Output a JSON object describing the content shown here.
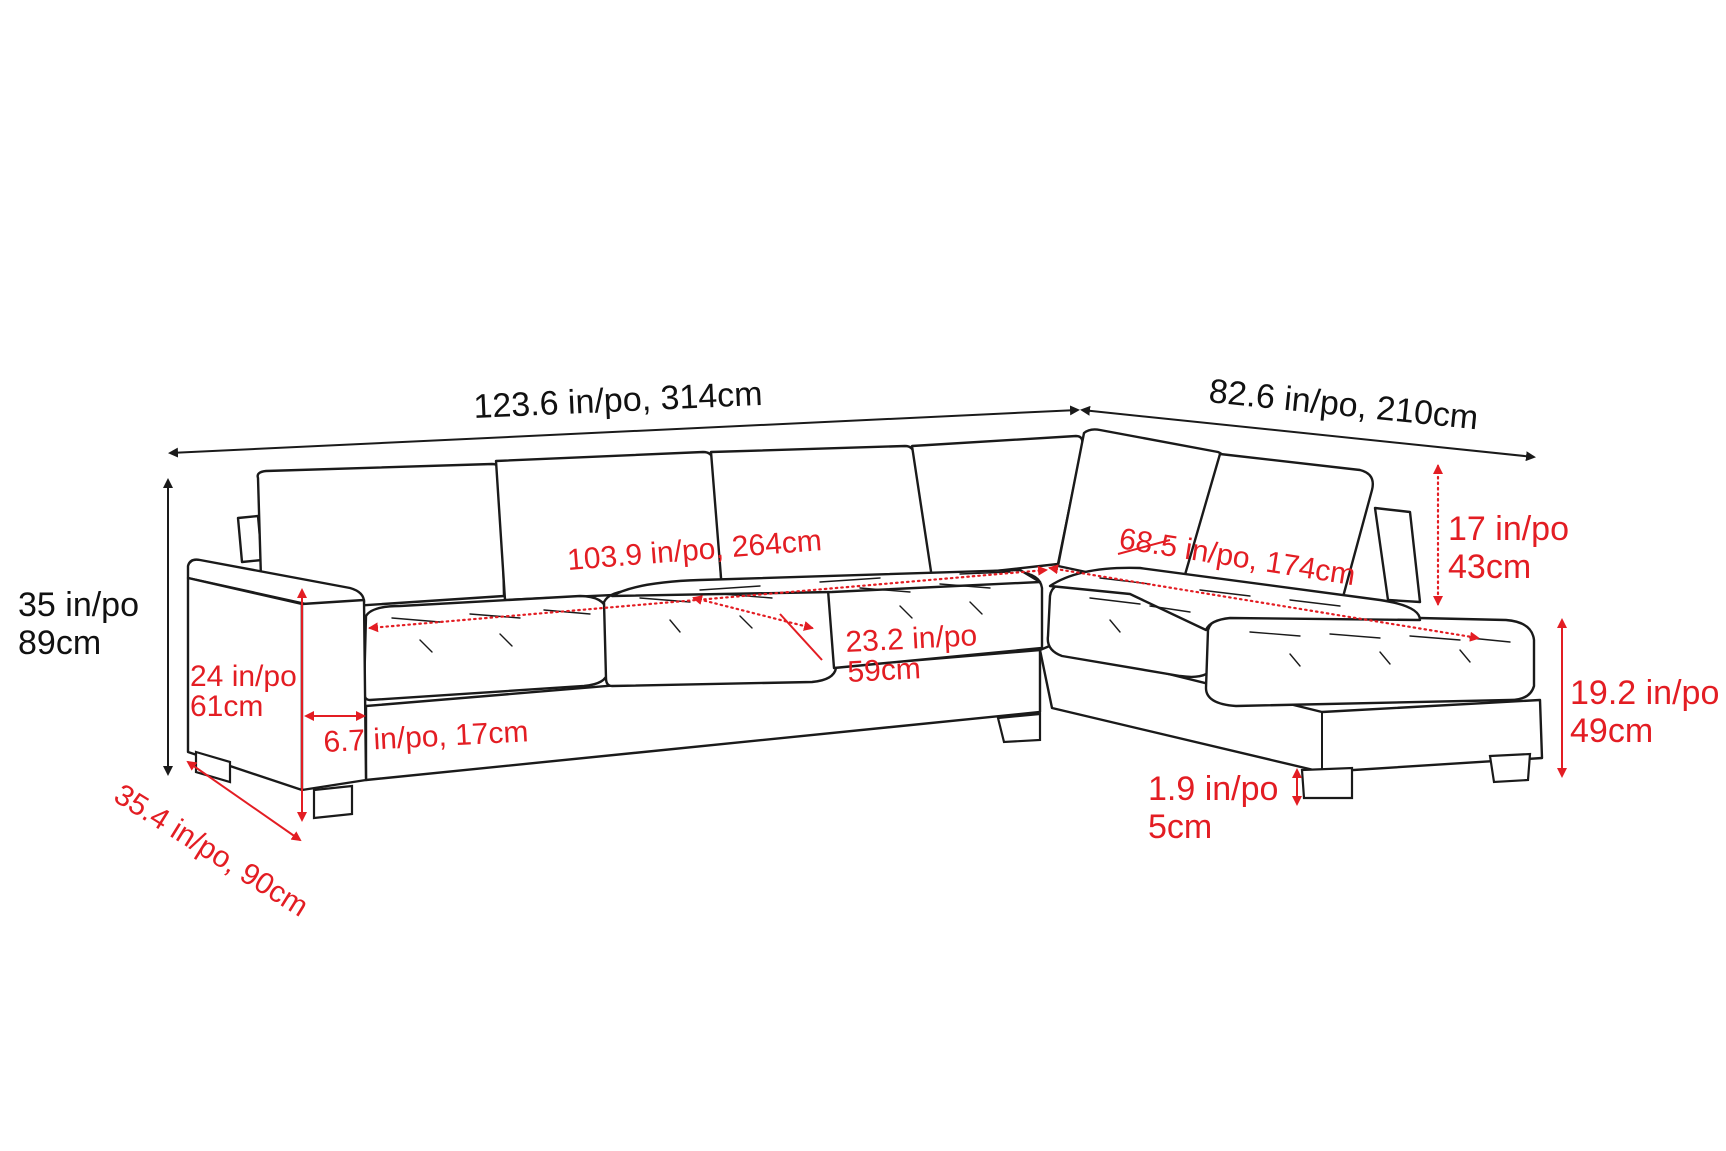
{
  "dimensions": {
    "overall_length": "123.6 in/po, 314cm",
    "chaise_length": "82.6 in/po, 210cm",
    "overall_height": {
      "line1": "35 in/po",
      "line2": "89cm"
    },
    "seat_width": "103.9 in/po, 264cm",
    "chaise_seat_length": "68.5 in/po, 174cm",
    "seat_depth": {
      "line1": "23.2 in/po",
      "line2": "59cm"
    },
    "back_height": {
      "line1": "17 in/po",
      "line2": "43cm"
    },
    "arm_height": {
      "line1": "24 in/po",
      "line2": "61cm"
    },
    "arm_width": "6.7 in/po, 17cm",
    "seat_height": {
      "line1": "19.2 in/po",
      "line2": "49cm"
    },
    "leg_height": {
      "line1": "1.9 in/po",
      "line2": "5cm"
    },
    "overall_depth": "35.4 in/po, 90cm"
  },
  "colors": {
    "outline": "#1a1a1a",
    "dimension_black": "#111111",
    "dimension_red": "#e31d23",
    "background": "#ffffff"
  }
}
